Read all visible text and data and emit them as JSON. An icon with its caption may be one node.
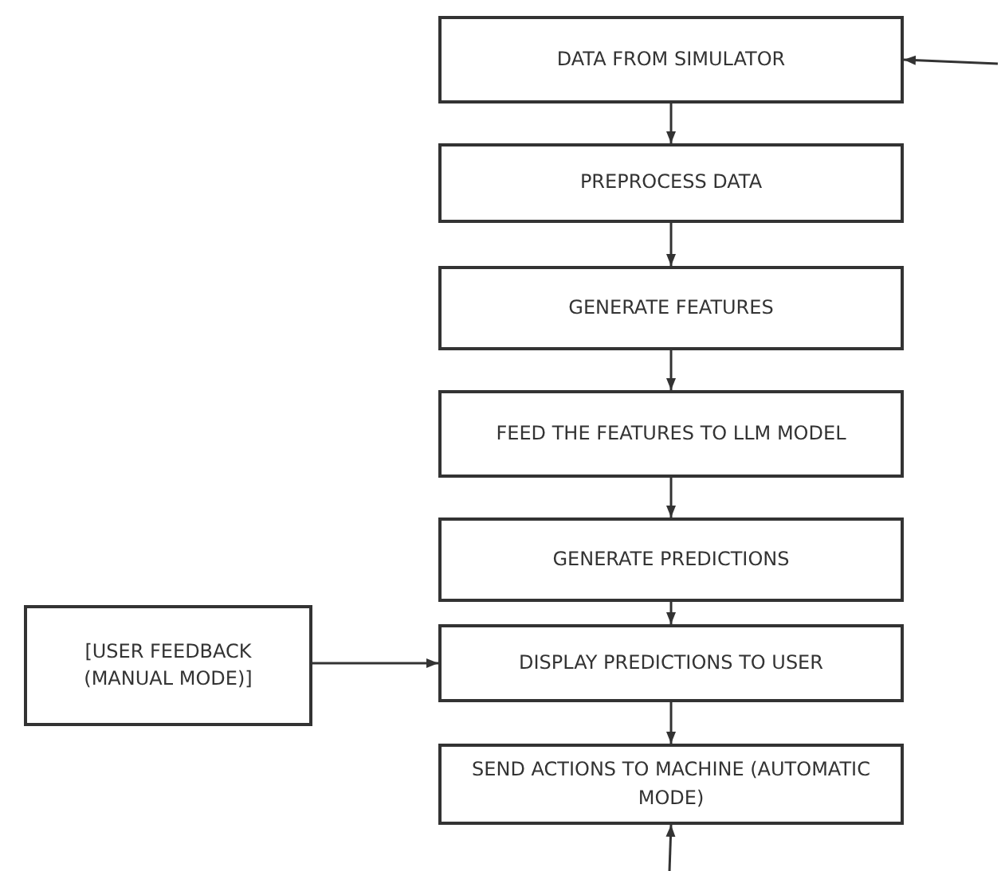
{
  "diagram": {
    "nodes": [
      {
        "text": [
          "DATA FROM SIMULATOR"
        ]
      },
      {
        "text": [
          "PREPROCESS DATA"
        ]
      },
      {
        "text": [
          "GENERATE FEATURES"
        ]
      },
      {
        "text": [
          "FEED THE FEATURES TO LLM MODEL"
        ]
      },
      {
        "text": [
          "GENERATE PREDICTIONS"
        ]
      },
      {
        "text": [
          "[USER FEEDBACK (MANUAL MODE)]"
        ]
      },
      {
        "text": [
          "DISPLAY PREDICTIONS TO USER"
        ]
      },
      {
        "text": [
          "SEND ACTIONS TO MACHINE (AUTOMATIC MODE)"
        ]
      }
    ],
    "edges": [
      {
        "from": null,
        "to": 0,
        "arrow": "to"
      },
      {
        "from": 0,
        "to": 1,
        "arrow": "to"
      },
      {
        "from": 1,
        "to": 2,
        "arrow": "to"
      },
      {
        "from": 2,
        "to": 3,
        "arrow": "to"
      },
      {
        "from": 3,
        "to": 4,
        "arrow": "to"
      },
      {
        "from": 4,
        "to": 6,
        "arrow": "to"
      },
      {
        "from": 5,
        "to": 6,
        "arrow": "to"
      },
      {
        "from": 6,
        "to": 7,
        "arrow": "to"
      },
      {
        "from": null,
        "to": 7,
        "arrow": "to"
      }
    ]
  }
}
